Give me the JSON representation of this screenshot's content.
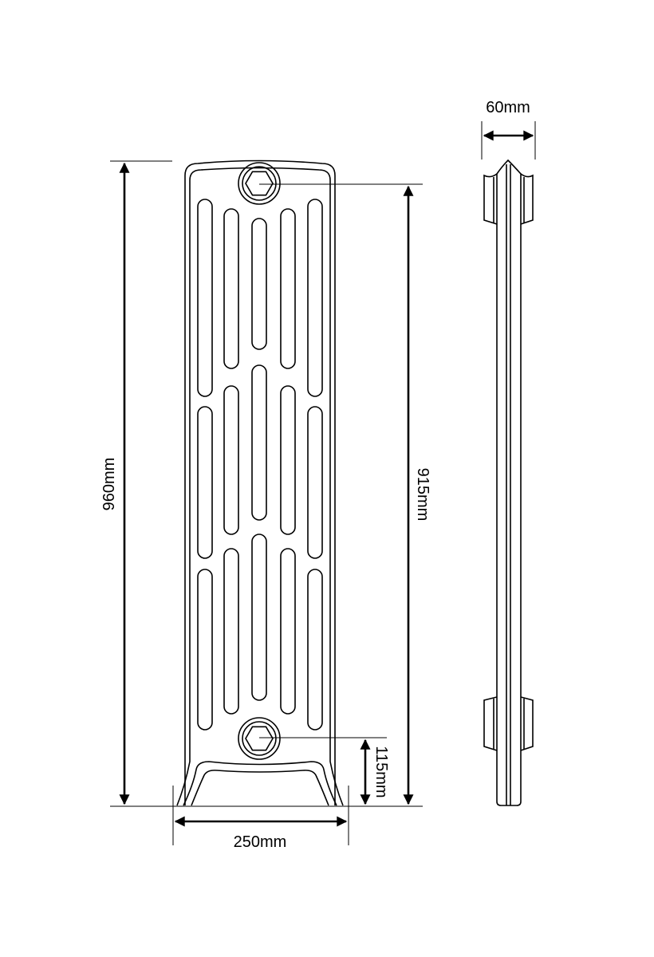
{
  "dimensions": {
    "overall_height": "960mm",
    "pipe_centres": "915mm",
    "bottom_to_pipe": "115mm",
    "width": "250mm",
    "depth": "60mm"
  }
}
